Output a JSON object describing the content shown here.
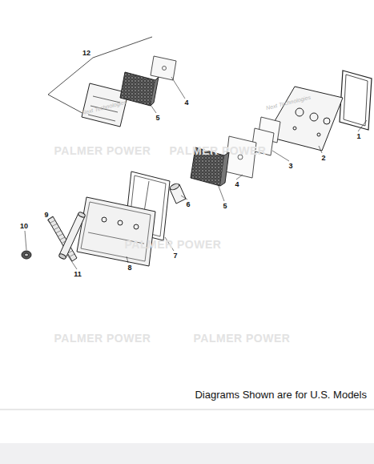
{
  "diagram": {
    "caption": "Diagrams Shown are for U.S. Models",
    "labels": [
      "12",
      "4",
      "5",
      "Next Technologies",
      "1",
      "Next Technologies",
      "2",
      "PALMER POWER",
      "PALMER POWER",
      "3",
      "4",
      "5",
      "6",
      "7",
      "PALMER POWER",
      "9",
      "10",
      "8",
      "11",
      "PALMER POWER",
      "PALMER POWER"
    ]
  }
}
